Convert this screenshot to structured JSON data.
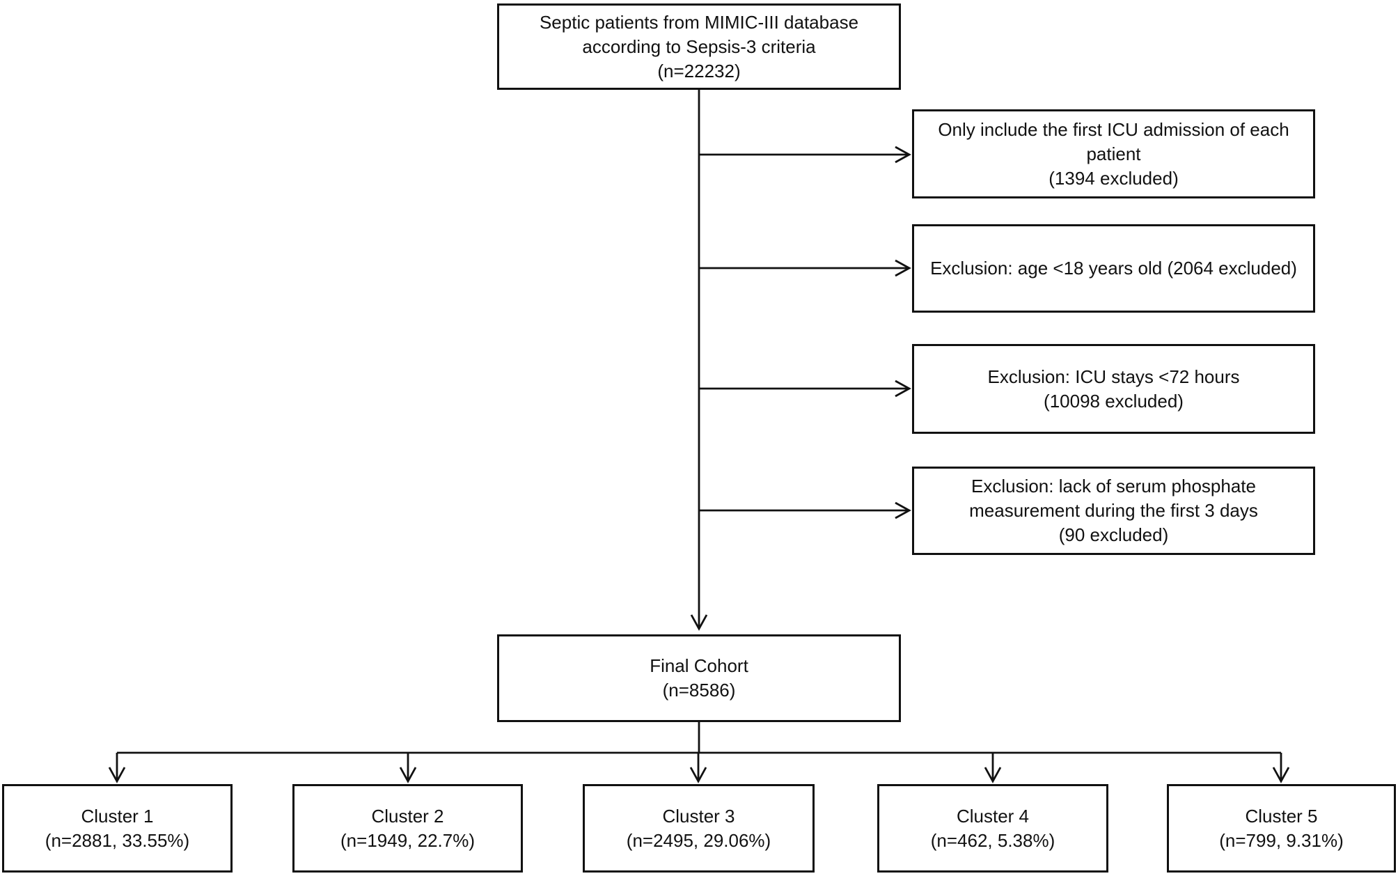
{
  "colors": {
    "line": "#111111",
    "text": "#111111",
    "box_background": "#ffffff",
    "page_background": "#ffffff"
  },
  "flowchart": {
    "source": {
      "text": "Septic patients from MIMIC-III database\naccording to Sepsis-3 criteria\n(n=22232)"
    },
    "exclusions": [
      {
        "text": "Only include the first ICU admission of each\npatient\n(1394 excluded)"
      },
      {
        "text": "Exclusion: age <18 years old (2064 excluded)"
      },
      {
        "text": "Exclusion: ICU stays <72 hours\n(10098 excluded)"
      },
      {
        "text": "Exclusion: lack of serum phosphate\nmeasurement during the first 3 days\n(90 excluded)"
      }
    ],
    "final_cohort": {
      "text": "Final Cohort\n(n=8586)"
    },
    "clusters": [
      {
        "text": "Cluster 1\n(n=2881, 33.55%)"
      },
      {
        "text": "Cluster 2\n(n=1949, 22.7%)"
      },
      {
        "text": "Cluster 3\n(n=2495, 29.06%)"
      },
      {
        "text": "Cluster 4\n(n=462, 5.38%)"
      },
      {
        "text": "Cluster 5\n(n=799, 9.31%)"
      }
    ]
  }
}
